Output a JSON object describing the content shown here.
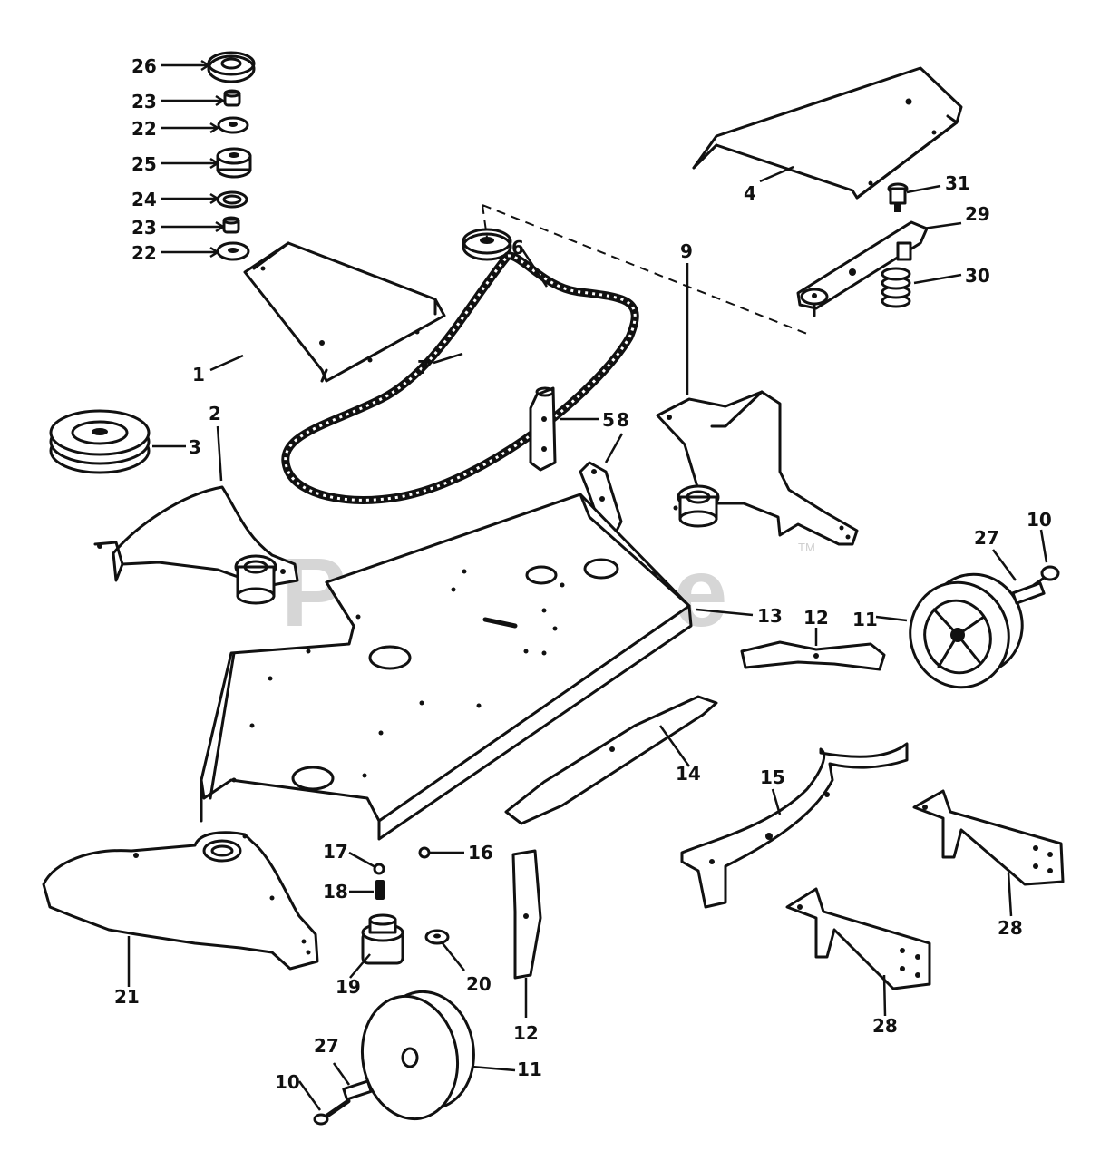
{
  "watermark": {
    "text": "PartsTree",
    "trademark": "TM"
  },
  "callouts": [
    {
      "key": "c26a",
      "label": "26"
    },
    {
      "key": "c23a",
      "label": "23"
    },
    {
      "key": "c22a",
      "label": "22"
    },
    {
      "key": "c25",
      "label": "25"
    },
    {
      "key": "c24",
      "label": "24"
    },
    {
      "key": "c23b",
      "label": "23"
    },
    {
      "key": "c22b",
      "label": "22"
    },
    {
      "key": "c1",
      "label": "1"
    },
    {
      "key": "c2",
      "label": "2"
    },
    {
      "key": "c3",
      "label": "3"
    },
    {
      "key": "c4",
      "label": "4"
    },
    {
      "key": "c5",
      "label": "5"
    },
    {
      "key": "c6",
      "label": "6"
    },
    {
      "key": "c7",
      "label": "7"
    },
    {
      "key": "c8",
      "label": "8"
    },
    {
      "key": "c9",
      "label": "9"
    },
    {
      "key": "c10a",
      "label": "10"
    },
    {
      "key": "c10b",
      "label": "10"
    },
    {
      "key": "c11a",
      "label": "11"
    },
    {
      "key": "c11b",
      "label": "11"
    },
    {
      "key": "c12a",
      "label": "12"
    },
    {
      "key": "c12b",
      "label": "12"
    },
    {
      "key": "c13",
      "label": "13"
    },
    {
      "key": "c14",
      "label": "14"
    },
    {
      "key": "c15",
      "label": "15"
    },
    {
      "key": "c16",
      "label": "16"
    },
    {
      "key": "c17",
      "label": "17"
    },
    {
      "key": "c18",
      "label": "18"
    },
    {
      "key": "c19",
      "label": "19"
    },
    {
      "key": "c20",
      "label": "20"
    },
    {
      "key": "c21",
      "label": "21"
    },
    {
      "key": "c27a",
      "label": "27"
    },
    {
      "key": "c27b",
      "label": "27"
    },
    {
      "key": "c28a",
      "label": "28"
    },
    {
      "key": "c28b",
      "label": "28"
    },
    {
      "key": "c29",
      "label": "29"
    },
    {
      "key": "c30",
      "label": "30"
    },
    {
      "key": "c31",
      "label": "31"
    }
  ]
}
